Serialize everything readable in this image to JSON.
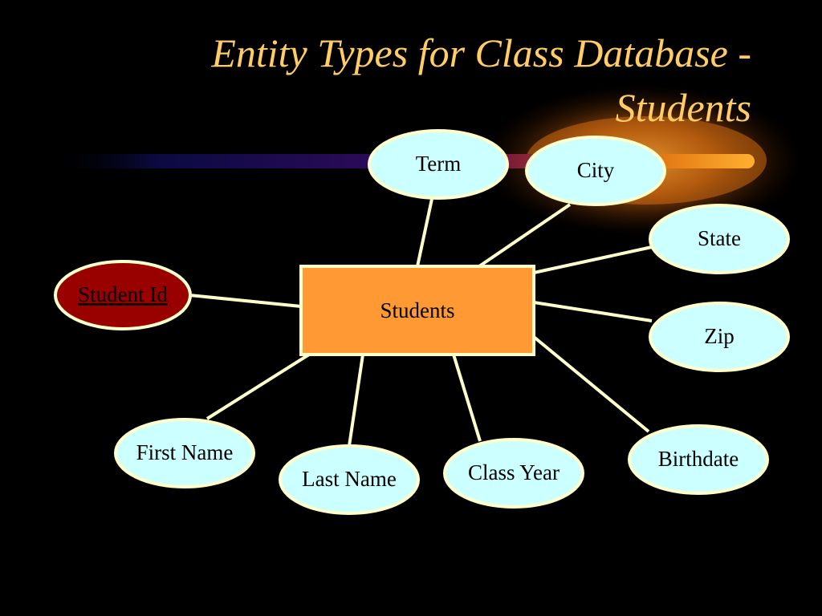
{
  "slide": {
    "title_line_1": "Entity Types for Class Database -",
    "title_line_2": "Students"
  },
  "colors": {
    "background": "#000000",
    "title": "#FFCC66",
    "entity_fill": "#FF9933",
    "entity_border": "#FFFFCC",
    "attribute_fill": "#CCFFFF",
    "attribute_border": "#FFFFCC",
    "key_attribute_fill": "#990000",
    "key_attribute_border": "#FFFFCC",
    "connector": "#FFFFCC",
    "label_text": "#000000"
  },
  "diagram": {
    "entity": {
      "id": "students",
      "label": "Students"
    },
    "attributes": [
      {
        "id": "term",
        "label": "Term",
        "key": false
      },
      {
        "id": "city",
        "label": "City",
        "key": false
      },
      {
        "id": "state",
        "label": "State",
        "key": false
      },
      {
        "id": "zip",
        "label": "Zip",
        "key": false
      },
      {
        "id": "birthdate",
        "label": "Birthdate",
        "key": false
      },
      {
        "id": "class-year",
        "label": "Class Year",
        "key": false
      },
      {
        "id": "last-name",
        "label": "Last Name",
        "key": false
      },
      {
        "id": "first-name",
        "label": "First Name",
        "key": false
      },
      {
        "id": "student-id",
        "label": "Student Id",
        "key": true
      }
    ]
  }
}
